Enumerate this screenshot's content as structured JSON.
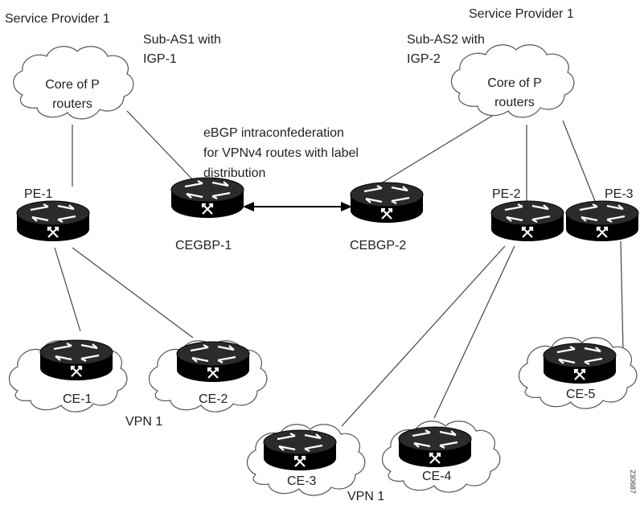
{
  "labels": {
    "sp_left": "Service Provider 1",
    "sp_right": "Service Provider 1",
    "subas1_line1": "Sub-AS1 with",
    "subas1_line2": "IGP-1",
    "subas2_line1": "Sub-AS2 with",
    "subas2_line2": "IGP-2",
    "core_left_line1": "Core of P",
    "core_left_line2": "routers",
    "core_right_line1": "Core of P",
    "core_right_line2": "routers",
    "ebgp_line1": "eBGP intraconfederation",
    "ebgp_line2": "for VPNv4 routes with label",
    "ebgp_line3": "distribution",
    "pe1": "PE-1",
    "pe2": "PE-2",
    "pe3": "PE-3",
    "cegbp1": "CEGBP-1",
    "cebgp2": "CEBGP-2",
    "ce1": "CE-1",
    "ce2": "CE-2",
    "ce3": "CE-3",
    "ce4": "CE-4",
    "ce5": "CE-5",
    "vpn_left": "VPN 1",
    "vpn_bottom": "VPN 1",
    "figure_id": "230687"
  },
  "icons": {
    "router": "router-icon",
    "cloud": "cloud-icon"
  },
  "colors": {
    "router_top": "#2a2a2a",
    "router_body": "#000000",
    "router_arrows": "#ffffff"
  }
}
